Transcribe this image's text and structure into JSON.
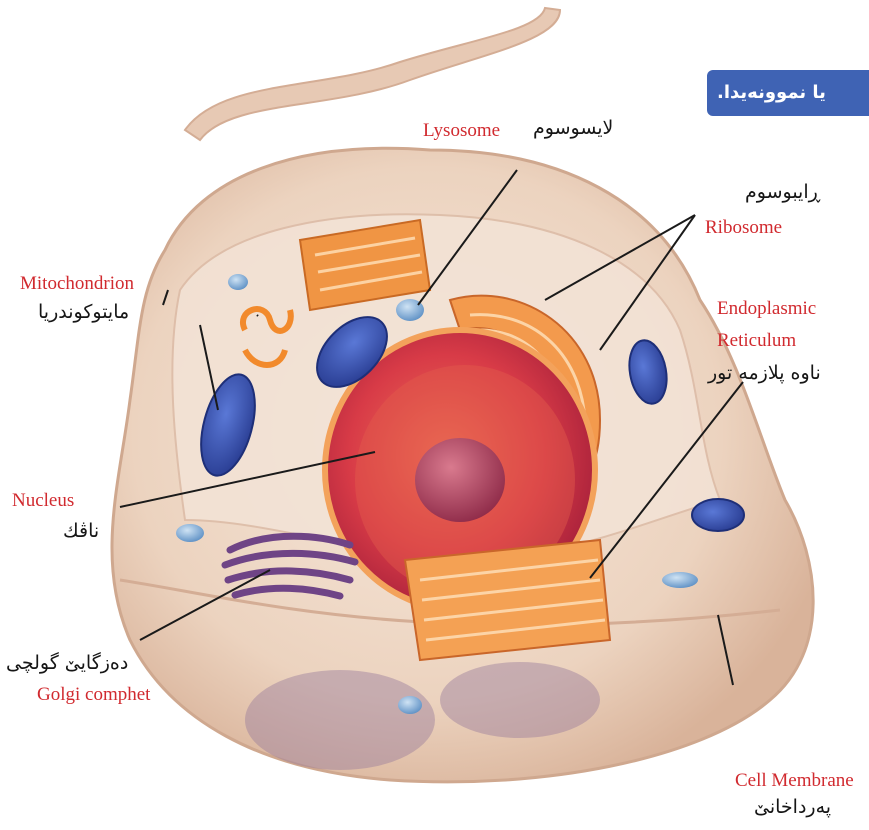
{
  "banner": {
    "text": "یا نموونەیدا."
  },
  "labels": {
    "lysosome_en": "Lysosome",
    "lysosome_ku": "لایسوسوم",
    "ribosome_ku": "ڕایبوسوم",
    "ribosome_en": "Ribosome",
    "mitochondrion_en": "Mitochondrion",
    "mitochondrion_ku": "مایتوکوندریا",
    "er_en_1": "Endoplasmic",
    "er_en_2": "Reticulum",
    "er_ku": "ناوە پلازمە تور",
    "nucleus_en": "Nucleus",
    "nucleus_ku": "ناڤك",
    "golgi_ku": "دەزگایێ گولچی",
    "golgi_en": "Golgi comphet",
    "membrane_en": "Cell Membrane",
    "membrane_ku": "پەرداخانێ"
  },
  "colors": {
    "label_english": "#d12a2f",
    "label_kurdish": "#161616",
    "banner_bg": "#3f63b4",
    "cytoplasm": "#efd7c4",
    "nucleus": "#d23a4a",
    "mitochondria": "#3b55b4",
    "golgi": "#7a4f8c",
    "er": "#ef8a3a",
    "vesicle": "#7ba9d8"
  }
}
